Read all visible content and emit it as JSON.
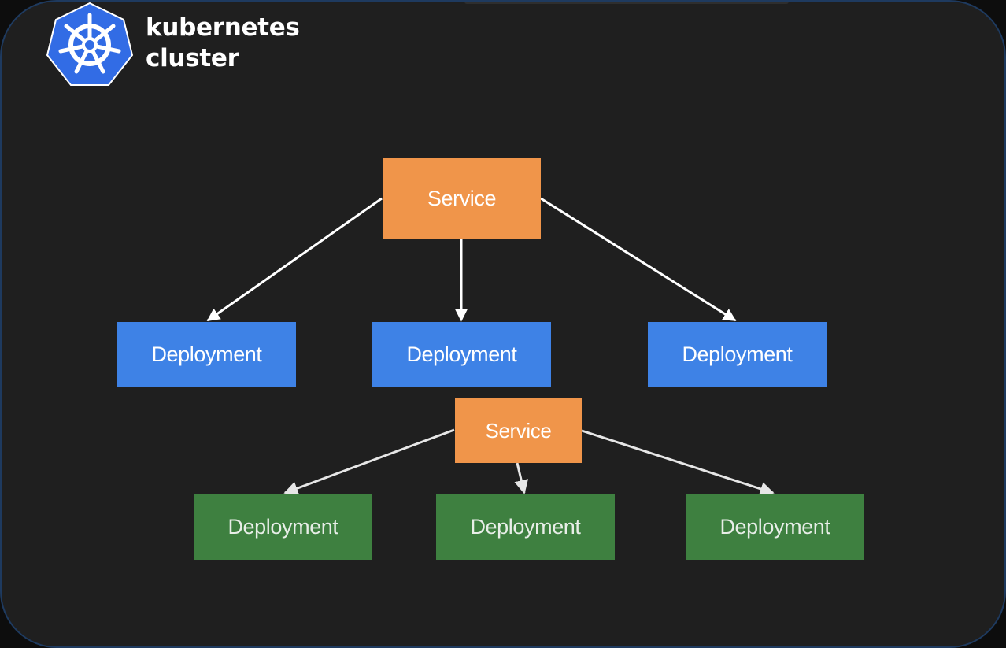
{
  "header": {
    "logo_icon": "kubernetes-helm-wheel-icon",
    "logo_color": "#326ce5",
    "title_line1": "kubernetes",
    "title_line2": "cluster"
  },
  "diagram": {
    "colors": {
      "service": "#f0954a",
      "deployment_blue": "#3e82e6",
      "deployment_green": "#3e8040",
      "arrow": "#ffffff"
    },
    "top_service": {
      "label": "Service",
      "deployments": [
        "Deployment",
        "Deployment",
        "Deployment"
      ]
    },
    "bottom_service": {
      "label": "Service",
      "deployments": [
        "Deployment",
        "Deployment",
        "Deployment"
      ]
    }
  }
}
